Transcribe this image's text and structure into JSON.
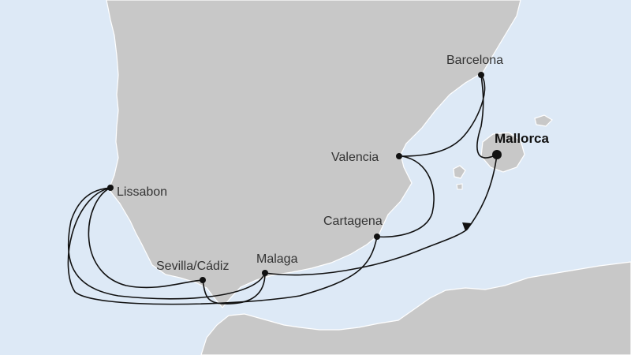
{
  "map": {
    "colors": {
      "sea": "#dde9f6",
      "land": "#c8c8c8",
      "coast": "#ffffff",
      "route": "#111111"
    },
    "ports": [
      {
        "name": "Barcelona",
        "bold": false
      },
      {
        "name": "Mallorca",
        "bold": true
      },
      {
        "name": "Valencia",
        "bold": false
      },
      {
        "name": "Lissabon",
        "bold": false
      },
      {
        "name": "Cartagena",
        "bold": false
      },
      {
        "name": "Malaga",
        "bold": false
      },
      {
        "name": "Sevilla/Cádiz",
        "bold": false
      }
    ]
  }
}
